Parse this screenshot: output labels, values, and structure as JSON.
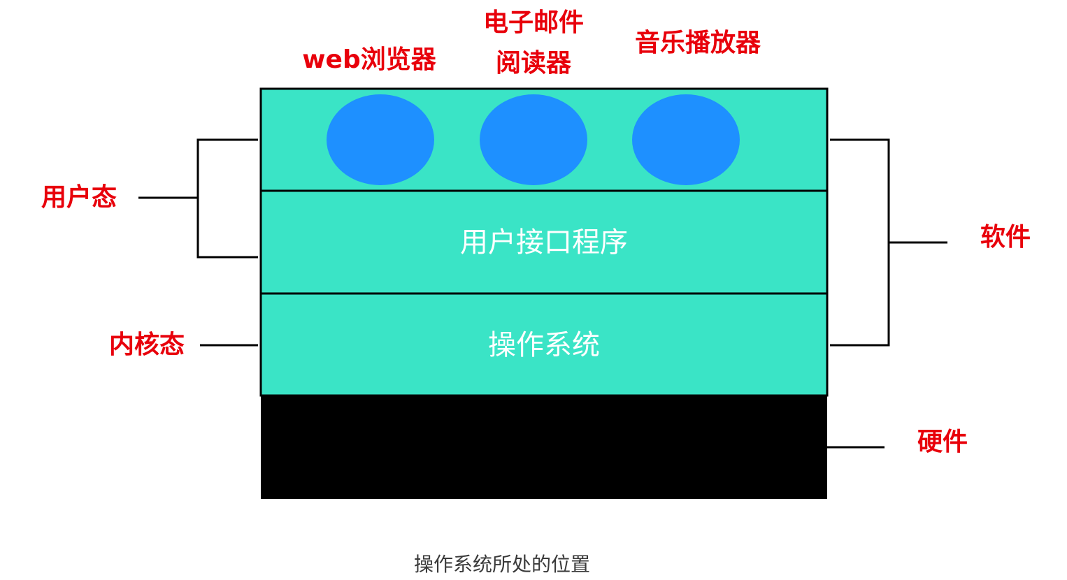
{
  "colors": {
    "layer": "#3AE4C6",
    "app": "#1E90FF",
    "hardware": "#000000",
    "label": "#E8000B"
  },
  "apps": [
    {
      "label": "web浏览器"
    },
    {
      "label_line1": "电子邮件",
      "label_line2": "阅读器"
    },
    {
      "label": "音乐播放器"
    }
  ],
  "layers": {
    "ui_program": "用户接口程序",
    "os": "操作系统"
  },
  "side_labels": {
    "user_mode": "用户态",
    "kernel_mode": "内核态",
    "software": "软件",
    "hardware": "硬件"
  },
  "caption": "操作系统所处的位置"
}
